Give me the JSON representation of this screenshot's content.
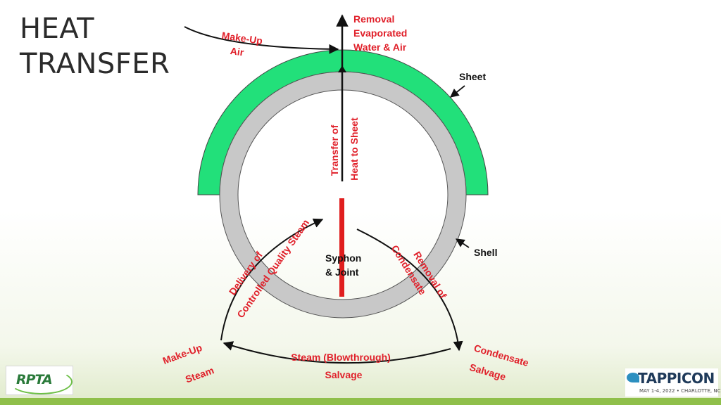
{
  "slide": {
    "title_line1": "HEAT",
    "title_line2": "TRANSFER"
  },
  "diagram": {
    "removal_evaporated": {
      "line1": "Removal",
      "line2": "Evaporated",
      "line3": "Water & Air"
    },
    "make_up_air": {
      "line1": "Make-Up",
      "line2": "Air"
    },
    "sheet_label": "Sheet",
    "shell_label": "Shell",
    "transfer_heat": {
      "line1": "Transfer of",
      "line2": "Heat to Sheet"
    },
    "syphon_joint": {
      "line1": "Syphon",
      "line2": "& Joint"
    },
    "delivery_steam": {
      "line1": "Delivery of",
      "line2": "Controlled Quality Steam"
    },
    "removal_condensate": {
      "line1": "Removal of",
      "line2": "Condensate"
    },
    "make_up_steam": {
      "line1": "Make-Up",
      "line2": "Steam"
    },
    "steam_blowthrough": {
      "line1": "Steam (Blowthrough)",
      "line2": "Salvage"
    },
    "condensate_salvage": {
      "line1": "Condensate",
      "line2": "Salvage"
    }
  },
  "colors": {
    "sheet_green": "#22e07a",
    "shell_gray": "#c8c8c8",
    "label_red": "#e0202a",
    "arrow_black": "#111111"
  },
  "logos": {
    "left_text": "RPTA",
    "right_name": "TAPPICON",
    "right_sub": "MAY 1-4, 2022 • CHARLOTTE, NC"
  }
}
